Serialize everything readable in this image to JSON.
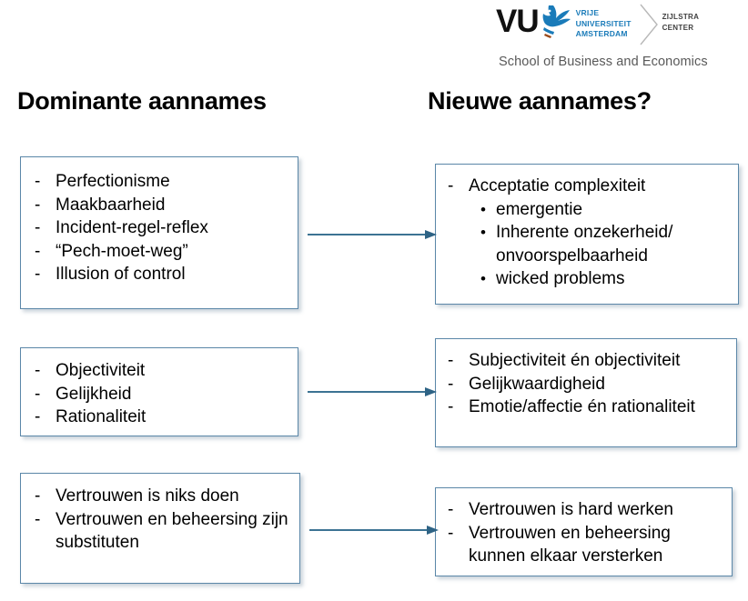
{
  "logo": {
    "wordmark": "VU",
    "griffin_icon": "vu-griffin-icon",
    "university_name_lines": [
      "VRIJE",
      "UNIVERSITEIT",
      "AMSTERDAM"
    ],
    "divider_icon": "chevron-divider-icon",
    "center_name_lines": [
      "ZIJLSTRA",
      "CENTER"
    ],
    "school_line": "School of Business and Economics",
    "brand_blue": "#1a7bb9",
    "school_gray": "#595959"
  },
  "headings": {
    "left": "Dominante aannames",
    "right": "Nieuwe aannames?"
  },
  "style": {
    "box_border": "#5b87a8",
    "arrow_color": "#3c7393"
  },
  "rows": [
    {
      "arrow_name": "arrow-row-1",
      "left": {
        "name": "box-dominante-1",
        "items": [
          {
            "mark": "-",
            "text": "Perfectionisme",
            "level": 0
          },
          {
            "mark": "-",
            "text": "Maakbaarheid",
            "level": 0
          },
          {
            "mark": "-",
            "text": "Incident-regel-reflex",
            "level": 0
          },
          {
            "mark": "-",
            "text": "“Pech-moet-weg”",
            "level": 0
          },
          {
            "mark": "-",
            "text": "Illusion of control",
            "level": 0
          }
        ]
      },
      "right": {
        "name": "box-nieuwe-1",
        "items": [
          {
            "mark": "-",
            "text": "Acceptatie complexiteit",
            "level": 0
          },
          {
            "mark": "•",
            "text": "emergentie",
            "level": 1
          },
          {
            "mark": "•",
            "text": "Inherente onzekerheid/ onvoorspelbaarheid",
            "level": 1
          },
          {
            "mark": "•",
            "text": "wicked problems",
            "level": 1
          }
        ]
      }
    },
    {
      "arrow_name": "arrow-row-2",
      "left": {
        "name": "box-dominante-2",
        "items": [
          {
            "mark": "-",
            "text": "Objectiviteit",
            "level": 0
          },
          {
            "mark": "-",
            "text": "Gelijkheid",
            "level": 0
          },
          {
            "mark": "-",
            "text": "Rationaliteit",
            "level": 0
          }
        ]
      },
      "right": {
        "name": "box-nieuwe-2",
        "items": [
          {
            "mark": "-",
            "text": "Subjectiviteit én objectiviteit",
            "level": 0
          },
          {
            "mark": "-",
            "text": "Gelijkwaardigheid",
            "level": 0
          },
          {
            "mark": "-",
            "text": "Emotie/affectie én rationaliteit",
            "level": 0
          }
        ]
      }
    },
    {
      "arrow_name": "arrow-row-3",
      "left": {
        "name": "box-dominante-3",
        "items": [
          {
            "mark": "-",
            "text": "Vertrouwen is niks doen",
            "level": 0
          },
          {
            "mark": "-",
            "text": "Vertrouwen en beheersing zijn substituten",
            "level": 0
          }
        ]
      },
      "right": {
        "name": "box-nieuwe-3",
        "items": [
          {
            "mark": "-",
            "text": "Vertrouwen is hard werken",
            "level": 0
          },
          {
            "mark": "-",
            "text": "Vertrouwen en beheersing kunnen elkaar versterken",
            "level": 0
          }
        ]
      }
    }
  ]
}
